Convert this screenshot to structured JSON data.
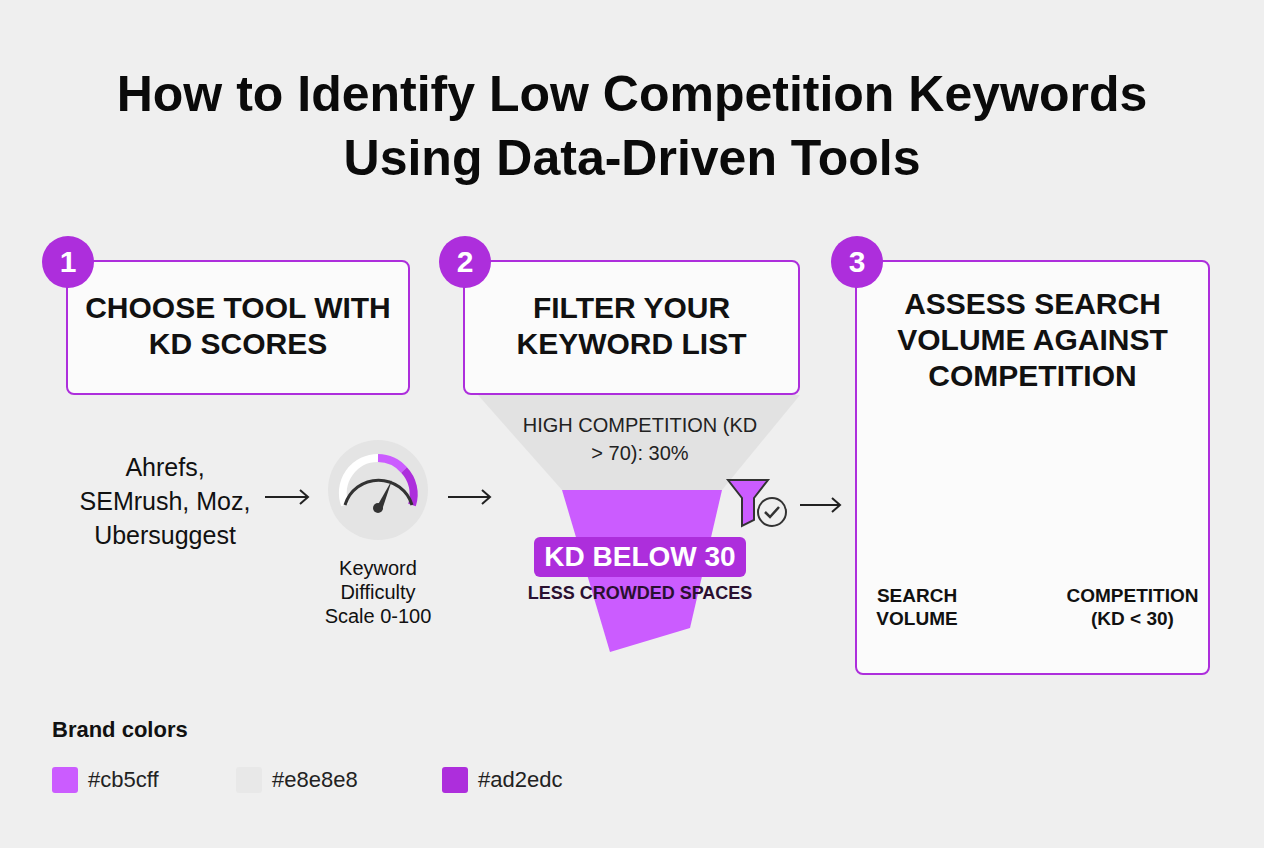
{
  "diagram": {
    "title": "How to Identify Low Competition Keywords Using Data-Driven Tools",
    "nodes": [
      {
        "text": [
          "1",
          "CHOOSE TOOL WITH KD SCORES"
        ]
      },
      {
        "text": [
          "2",
          "FILTER YOUR KEYWORD LIST"
        ]
      },
      {
        "text": [
          "3",
          "ASSESS SEARCH VOLUME AGAINST COMPETITION"
        ]
      },
      {
        "text": [
          "HIGH COMPETITION (KD > 70): 30%"
        ]
      },
      {
        "text": [
          "KD BELOW 30",
          "LESS CROWDED SPACES"
        ]
      }
    ],
    "labels": [
      "Ahrefs, SEMrush, Moz, Ubersuggest",
      "Keyword Difficulty Scale 0-100",
      "SEARCH VOLUME",
      "COMPETITION (KD < 30)",
      "Brand colors"
    ],
    "legend": [
      {
        "text": "#cb5cff",
        "color": "#cb5cff"
      },
      {
        "text": "#e8e8e8",
        "color": "#e8e8e8"
      },
      {
        "text": "#ad2edc",
        "color": "#ad2edc"
      }
    ]
  }
}
